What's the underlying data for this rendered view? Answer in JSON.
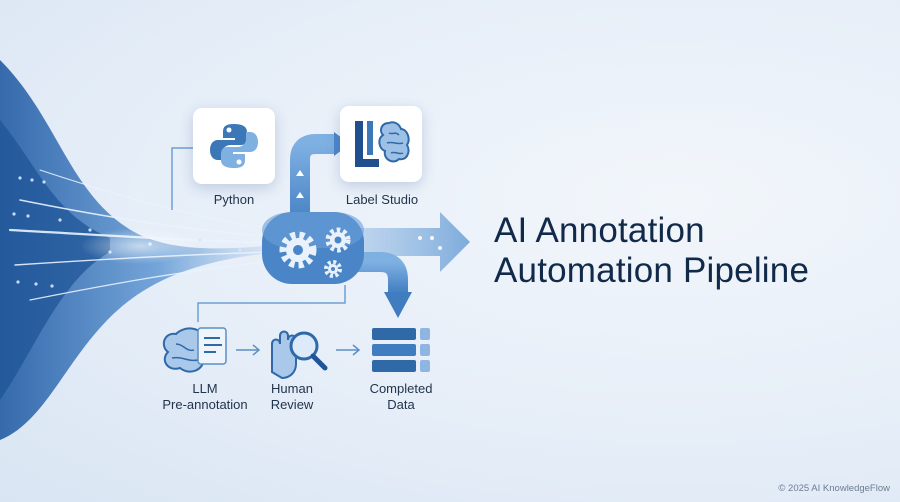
{
  "tools": {
    "python_label": "Python",
    "labelstudio_label": "Label Studio"
  },
  "steps": {
    "llm_label_line1": "LLM",
    "llm_label_line2": "Pre-annotation",
    "review_label_line1": "Human",
    "review_label_line2": "Review",
    "data_label_line1": "Completed",
    "data_label_line2": "Data"
  },
  "title": {
    "line1": "AI Annotation",
    "line2": "Automation Pipeline"
  },
  "copyright": "© 2025 AI KnowledgeFlow",
  "colors": {
    "dark_blue": "#2f69a8",
    "mid_blue": "#5b93cf",
    "light_blue": "#a9c8ea",
    "title": "#122a4a"
  }
}
